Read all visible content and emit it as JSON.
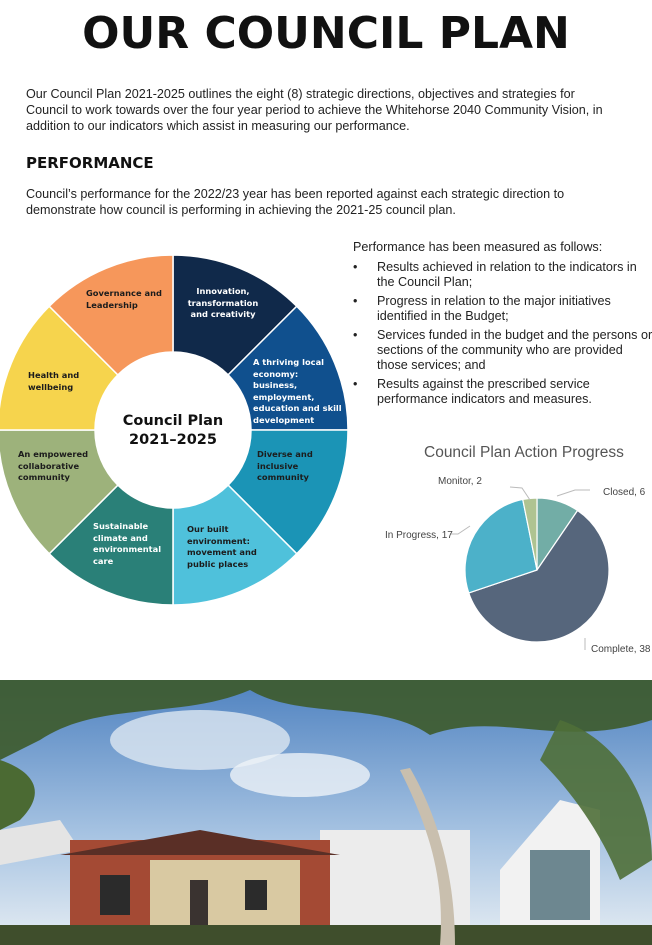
{
  "page": {
    "title": "OUR COUNCIL PLAN",
    "intro": "Our Council Plan 2021-2025 outlines the eight (8) strategic directions, objectives and strategies for Council to work towards over the four year period to achieve the Whitehorse 2040 Community Vision, in addition to our indicators which assist in measuring our performance.",
    "performance_heading": "PERFORMANCE",
    "performance_text": "Council’s performance for the 2022/23 year has been reported against each strategic direction to demonstrate how council is performing in achieving the 2021-25 council plan.",
    "measure_intro": "Performance has been measured as follows:",
    "measure_items": [
      "Results achieved in relation to the indicators in the Council Plan;",
      "Progress in relation to the major initiatives identified in the Budget;",
      "Services funded in the budget and the persons or sections of the community who are provided those services; and",
      "Results against the prescribed service performance indicators and measures."
    ]
  },
  "wheel": {
    "center_line1": "Council Plan",
    "center_line2": "2021–2025",
    "segments": [
      {
        "label": "Innovation, transformation and creativity",
        "color": "#10294a"
      },
      {
        "label": "A thriving local economy: business, employment, education and skill development",
        "color": "#10508e"
      },
      {
        "label": "Diverse and inclusive community",
        "color": "#1b94b6"
      },
      {
        "label": "Our built environment: movement and public places",
        "color": "#4fc1db"
      },
      {
        "label": "Sustainable climate and environmental care",
        "color": "#2a8078"
      },
      {
        "label": "An empowered collaborative community",
        "color": "#9db27b"
      },
      {
        "label": "Health and wellbeing",
        "color": "#f6d44d"
      },
      {
        "label": "Governance and Leadership",
        "color": "#f6975b"
      }
    ]
  },
  "chart_data": {
    "type": "pie",
    "title": "Council Plan Action Progress",
    "categories": [
      "Closed",
      "Complete",
      "In Progress",
      "Monitor"
    ],
    "values": [
      6,
      38,
      17,
      2
    ],
    "labels": [
      "Closed, 6",
      "Complete, 38",
      "In Progress, 17",
      "Monitor, 2"
    ],
    "colors": [
      "#72ada6",
      "#56667c",
      "#4cb1c9",
      "#afc391"
    ]
  }
}
